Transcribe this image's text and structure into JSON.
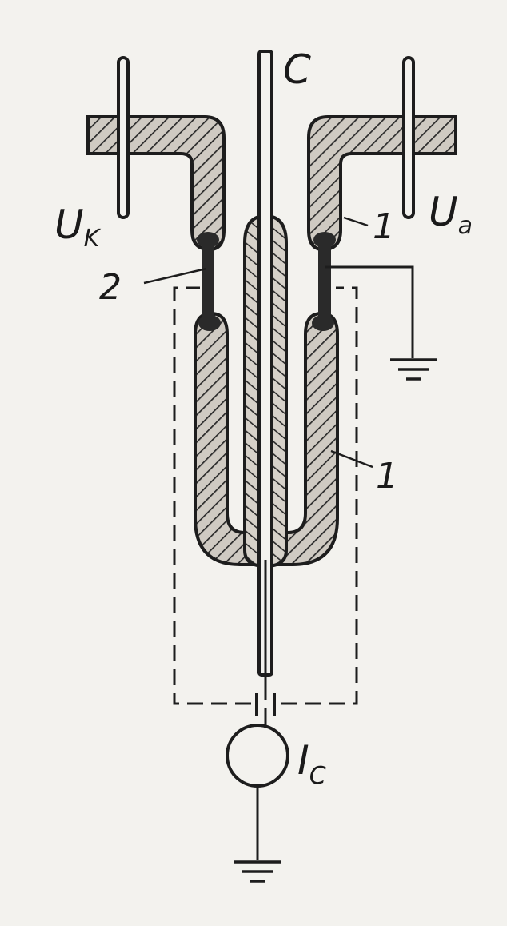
{
  "labels": {
    "c": "C",
    "uk_main": "U",
    "uk_sub": "K",
    "ua_main": "U",
    "ua_sub": "a",
    "one_top": "1",
    "one_mid": "1",
    "two": "2",
    "ic_main": "I",
    "ic_sub": "C"
  },
  "colors": {
    "background": "#f3f2ee",
    "ink": "#1d1d1d",
    "hatch_fill": "#cfcac2"
  }
}
